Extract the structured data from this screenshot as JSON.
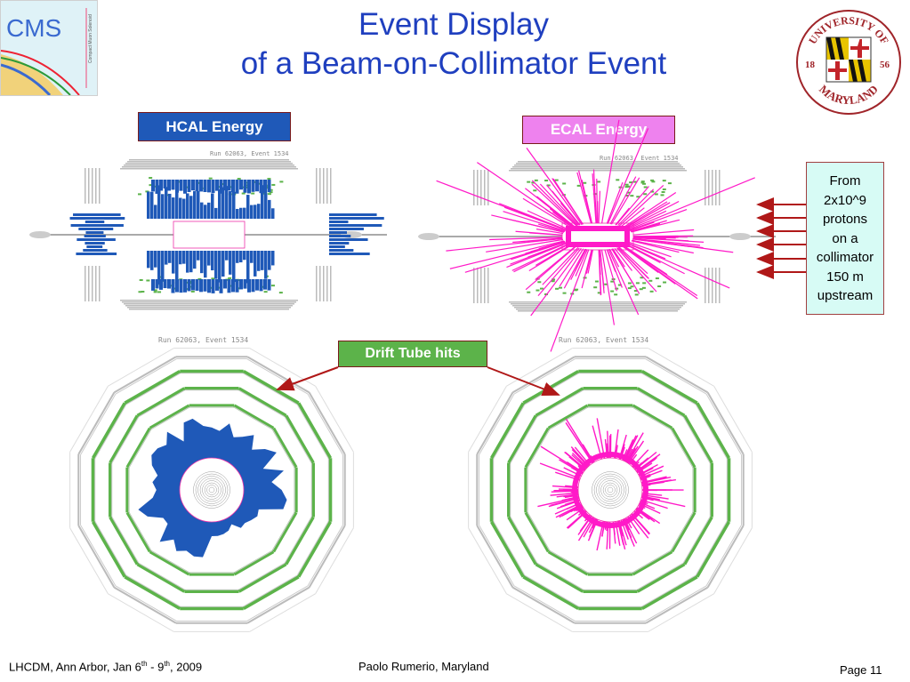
{
  "title": {
    "line1": "Event Display",
    "line2": "of a Beam-on-Collimator Event"
  },
  "labels": {
    "hcal": "HCAL Energy",
    "ecal": "ECAL Energy",
    "drift": "Drift Tube hits"
  },
  "from_box": {
    "lines": [
      "From",
      "2x10^9",
      "protons",
      "on a",
      "collimator",
      "150 m",
      "upstream"
    ]
  },
  "run_labels": {
    "hcal_side": "Run 62063, Event 1534",
    "ecal_side": "Run 62063, Event 1534",
    "left_front": "Run 62063, Event 1534",
    "right_front": "Run 62063, Event 1534"
  },
  "logos": {
    "cms_text": "CMS",
    "cms_subtext": "Compact Muon Solenoid",
    "umd_top": "UNIVERSITY OF",
    "umd_bottom": "MARYLAND",
    "umd_left_year": "18",
    "umd_right_year": "56"
  },
  "footer": {
    "conference": "LHCDM, Ann Arbor, Jan 6",
    "sup1": "th",
    "dash": " - 9",
    "sup2": "th",
    "year": ", 2009",
    "author": "Paolo Rumerio,  Maryland",
    "page": "Page 11"
  },
  "colors": {
    "title": "#1f3fbf",
    "hcal": "#1f59b8",
    "ecal": "#ff19c8",
    "drift": "#5cb34a",
    "arrow": "#b01818"
  }
}
